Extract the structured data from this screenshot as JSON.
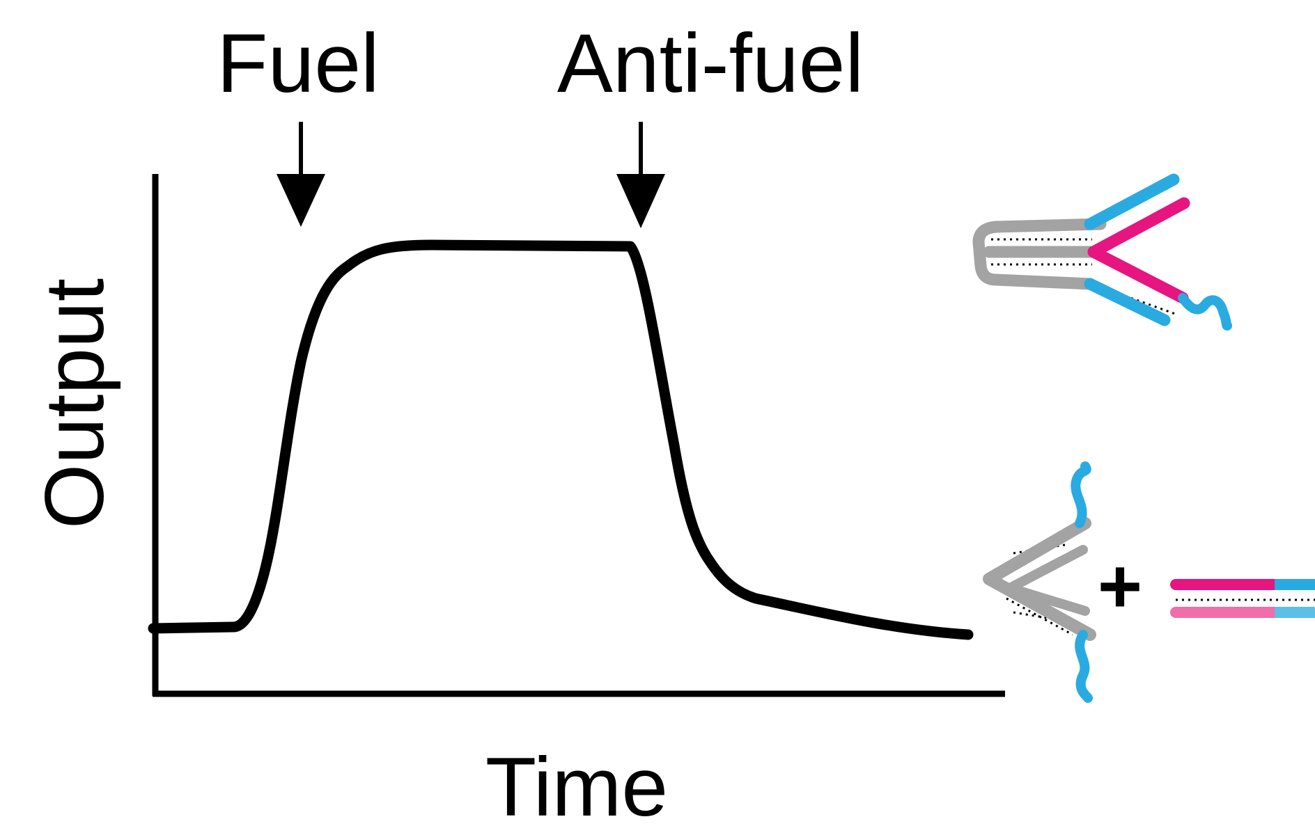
{
  "annotations": {
    "fuel_label": "Fuel",
    "antifuel_label": "Anti-fuel"
  },
  "axes": {
    "xlabel": "Time",
    "ylabel": "Output"
  },
  "products": {
    "plus_sign": "+"
  },
  "colors": {
    "curve": "#000000",
    "strand_gray": "#a3a3a3",
    "strand_blue": "#29abe2",
    "strand_magenta": "#e6157f",
    "strand_light_magenta": "#f06eaa",
    "strand_light_blue": "#5bbfe8",
    "base_pairs": "#000000"
  }
}
